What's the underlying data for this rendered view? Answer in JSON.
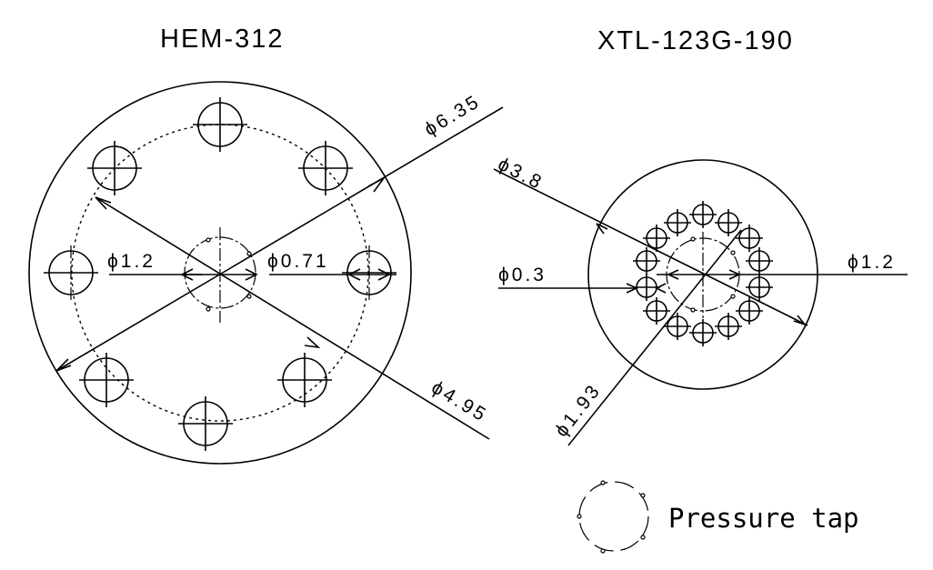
{
  "diagram": {
    "left": {
      "title": "HEM-312",
      "dimensions": {
        "outer": "ϕ6.35",
        "bolt_circle": "ϕ4.95",
        "hole": "ϕ1.2",
        "center": "ϕ0.71"
      },
      "hole_count": 8
    },
    "right": {
      "title": "XTL-123G-190",
      "dimensions": {
        "outer": "ϕ3.8",
        "bolt_circle": "ϕ1.93",
        "hole": "ϕ0.3",
        "center": "ϕ1.2"
      },
      "hole_count": 14
    },
    "legend": {
      "label": "Pressure tap",
      "icon": "pressure-tap-icon"
    },
    "colors": {
      "line": "#000000",
      "background": "#ffffff"
    }
  }
}
